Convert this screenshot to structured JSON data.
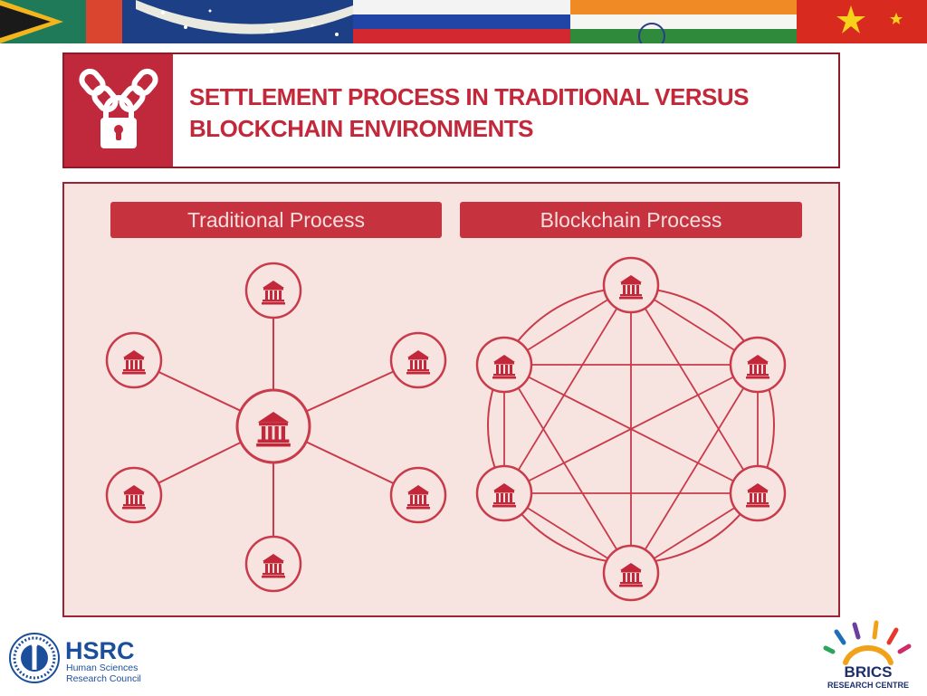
{
  "slide": {
    "title_line1": "SETTLEMENT PROCESS IN TRADITIONAL VERSUS",
    "title_line2": "BLOCKCHAIN ENVIRONMENTS"
  },
  "diagram": {
    "traditional": {
      "label": "Traditional Process",
      "structure": "hub-and-spoke",
      "central_node": "bank-icon",
      "peripheral_nodes": 6
    },
    "blockchain": {
      "label": "Blockchain Process",
      "structure": "ring with full mesh",
      "nodes": 6
    },
    "node_icon": "bank-icon"
  },
  "logos": {
    "hsrc": {
      "abbrev": "HSRC",
      "line1": "Human Sciences",
      "line2": "Research Council"
    },
    "brics": {
      "abbrev": "BRICS",
      "subtitle": "RESEARCH CENTRE"
    }
  },
  "colors": {
    "primary_red": "#c2283a",
    "dark_red": "#8e1b28",
    "panel_background": "#f7e4e1",
    "line_color": "#c93a4a"
  }
}
